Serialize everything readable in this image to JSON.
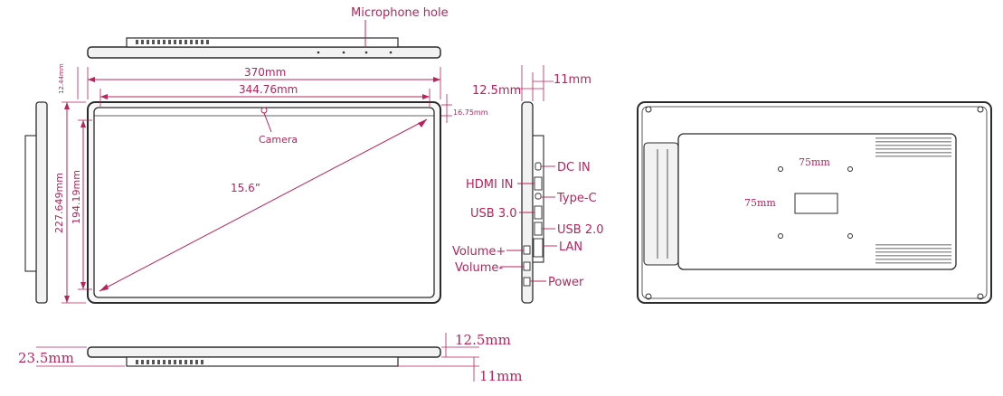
{
  "colors": {
    "accent": "#b8235a",
    "device_outline": "#2b2b2b",
    "device_fill": "#f2f2f2",
    "screen_fill": "#ffffff",
    "back_panel": "#ffffff"
  },
  "top_view": {
    "microphone_label": "Microphone hole"
  },
  "front_view": {
    "width_outer": "370mm",
    "width_screen": "344.76mm",
    "height_outer": "227.649mm",
    "height_screen": "194.19mm",
    "top_bezel": "12.44mm",
    "top_gap": "16.75mm",
    "camera_label": "Camera",
    "diagonal_label": "15.6”"
  },
  "side_view": {
    "thickness_12_5": "12.5mm",
    "thickness_11": "11mm",
    "ports": {
      "dc_in": "DC IN",
      "hdmi_in": "HDMI IN",
      "type_c": "Type-C",
      "usb3": "USB 3.0",
      "usb2": "USB 2.0",
      "volume_up": "Volume+",
      "lan": "LAN",
      "volume_down": "Volume-",
      "power": "Power"
    }
  },
  "back_view": {
    "vesa_h": "75mm",
    "vesa_v": "75mm"
  },
  "bottom_view": {
    "thickness_total": "23.5mm",
    "thickness_12_5": "12.5mm",
    "thickness_11": "11mm"
  }
}
